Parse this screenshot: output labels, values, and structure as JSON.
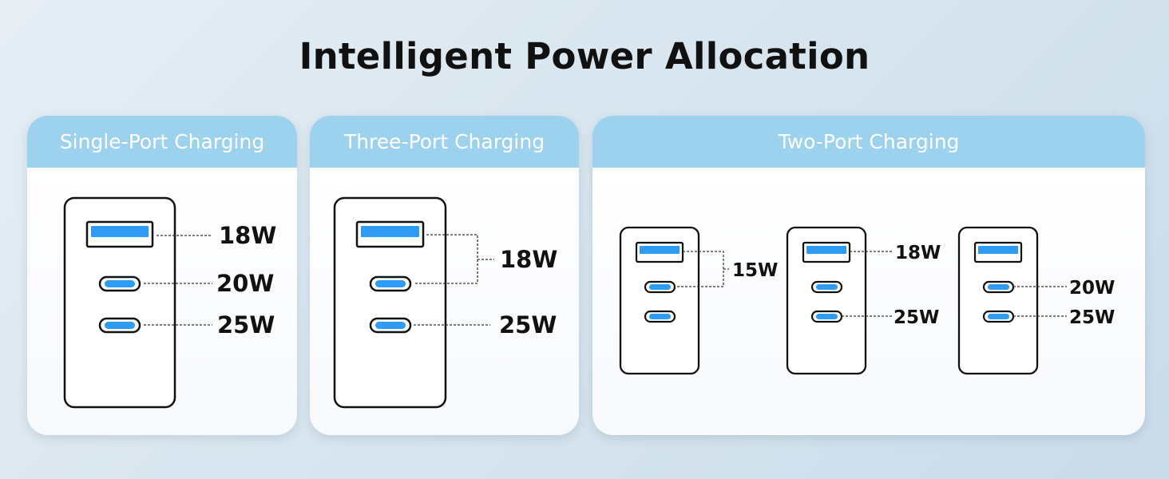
{
  "title": "Intelligent Power Allocation",
  "colors": {
    "header": "#9dd2ef",
    "port_blue": "#2e9cf5",
    "ink": "#111111"
  },
  "panels": [
    {
      "header": "Single-Port Charging",
      "labels": [
        "18W",
        "20W",
        "25W"
      ]
    },
    {
      "header": "Three-Port Charging",
      "labels": [
        "18W",
        "25W"
      ]
    },
    {
      "header": "Two-Port Charging",
      "chargers": [
        {
          "labels": [
            "15W"
          ]
        },
        {
          "labels": [
            "18W",
            "25W"
          ]
        },
        {
          "labels": [
            "20W",
            "25W"
          ]
        }
      ]
    }
  ]
}
